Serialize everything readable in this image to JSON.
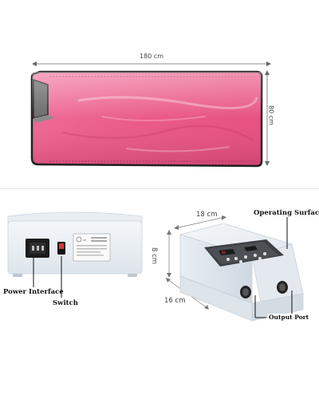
{
  "blanket": {
    "length_label": "180 cm",
    "width_label": "80 cm",
    "colors": {
      "fabric": "#ec5b8a",
      "fabric_light": "#f59bb8",
      "border": "#222222",
      "zipper_flap": "#6f6f6f"
    }
  },
  "controller_back": {
    "label_power_interface": "Power Interface",
    "label_switch": "Switch"
  },
  "controller_front": {
    "depth_label": "18 cm",
    "height_label": "8 cm",
    "width_label": "16 cm",
    "label_operating_surface": "Operating Surface",
    "label_output_port": "Output Port"
  }
}
